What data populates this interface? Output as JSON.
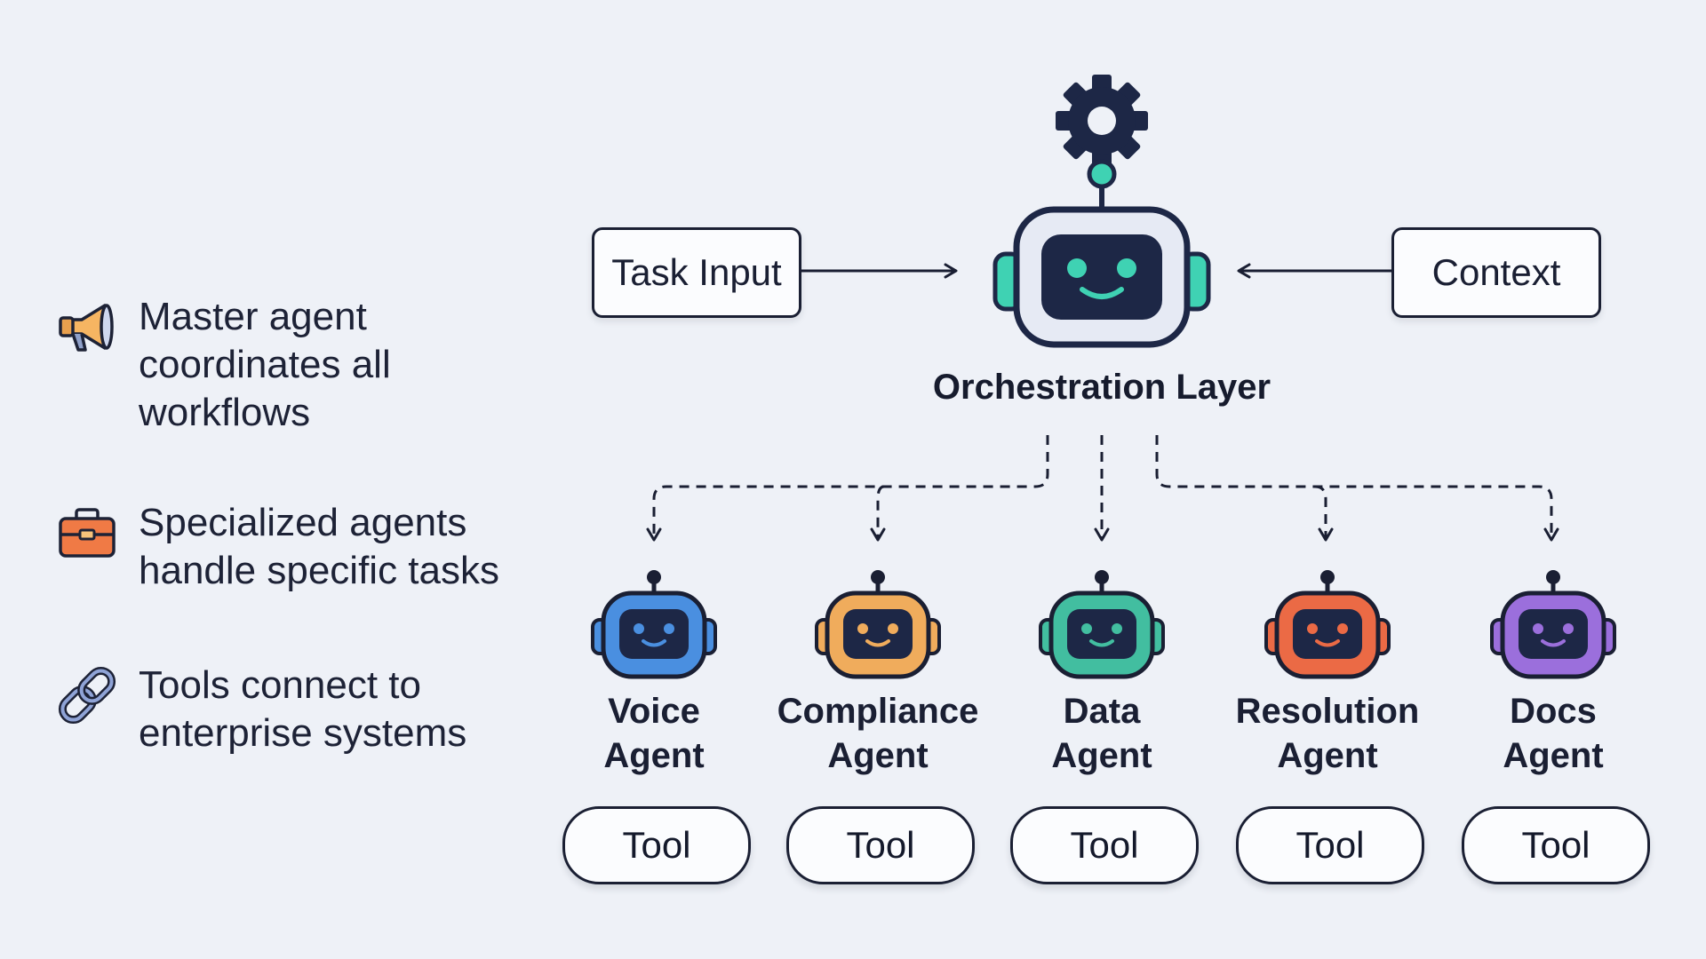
{
  "legend": [
    {
      "icon": "megaphone-icon",
      "text_lines": [
        "Master agent",
        "coordinates all",
        "workflows"
      ]
    },
    {
      "icon": "toolbox-icon",
      "text_lines": [
        "Specialized agents",
        "handle specific tasks"
      ]
    },
    {
      "icon": "link-icon",
      "text_lines": [
        "Tools connect to",
        "enterprise systems"
      ]
    }
  ],
  "inputs": {
    "task": "Task Input",
    "context": "Context"
  },
  "orchestrator": {
    "title": "Orchestration Layer",
    "icon": "gear-icon"
  },
  "agents": [
    {
      "line1": "Voice",
      "line2": "Agent",
      "color": "#4a8fe0",
      "tool": "Tool"
    },
    {
      "line1": "Compliance",
      "line2": "Agent",
      "color": "#f0ac5c",
      "tool": "Tool"
    },
    {
      "line1": "Data",
      "line2": "Agent",
      "color": "#42bea0",
      "tool": "Tool"
    },
    {
      "line1": "Resolution",
      "line2": "Agent",
      "color": "#eb6a45",
      "tool": "Tool"
    },
    {
      "line1": "Docs",
      "line2": "Agent",
      "color": "#9b6fdc",
      "tool": "Tool"
    }
  ],
  "colors": {
    "ink": "#1a1f33",
    "teal": "#3fd2b3",
    "screen": "#1d2746",
    "orange_icon": "#f07a45",
    "link_icon": "#7f93c9"
  }
}
